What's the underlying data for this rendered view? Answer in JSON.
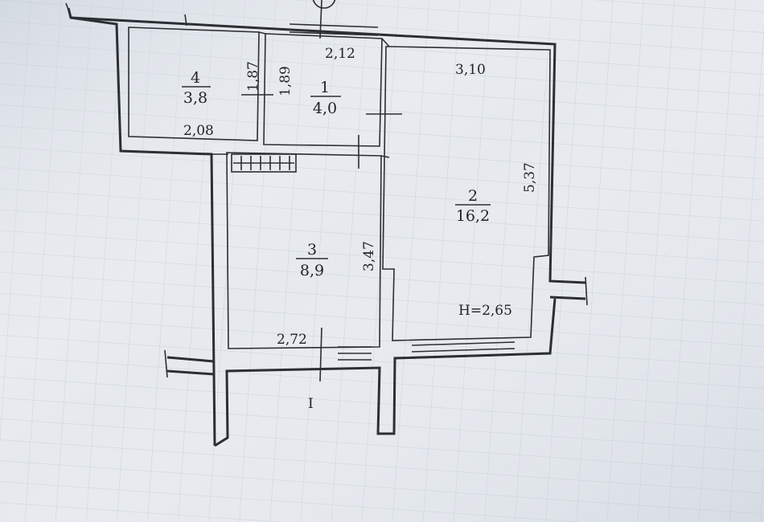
{
  "rooms": [
    {
      "number": "1",
      "area": "4,0"
    },
    {
      "number": "2",
      "area": "16,2"
    },
    {
      "number": "3",
      "area": "8,9"
    },
    {
      "number": "4",
      "area": "3,8"
    }
  ],
  "dimensions": {
    "room1_width": "2,12",
    "room1_height": "1,89",
    "room2_width": "3,10",
    "room2_height": "5,37",
    "room3_width": "2,72",
    "room3_height": "3,47",
    "room4_width": "2,08",
    "room4_height": "1,87"
  },
  "ceiling_height": "H=2,65",
  "balcony_label": "I"
}
